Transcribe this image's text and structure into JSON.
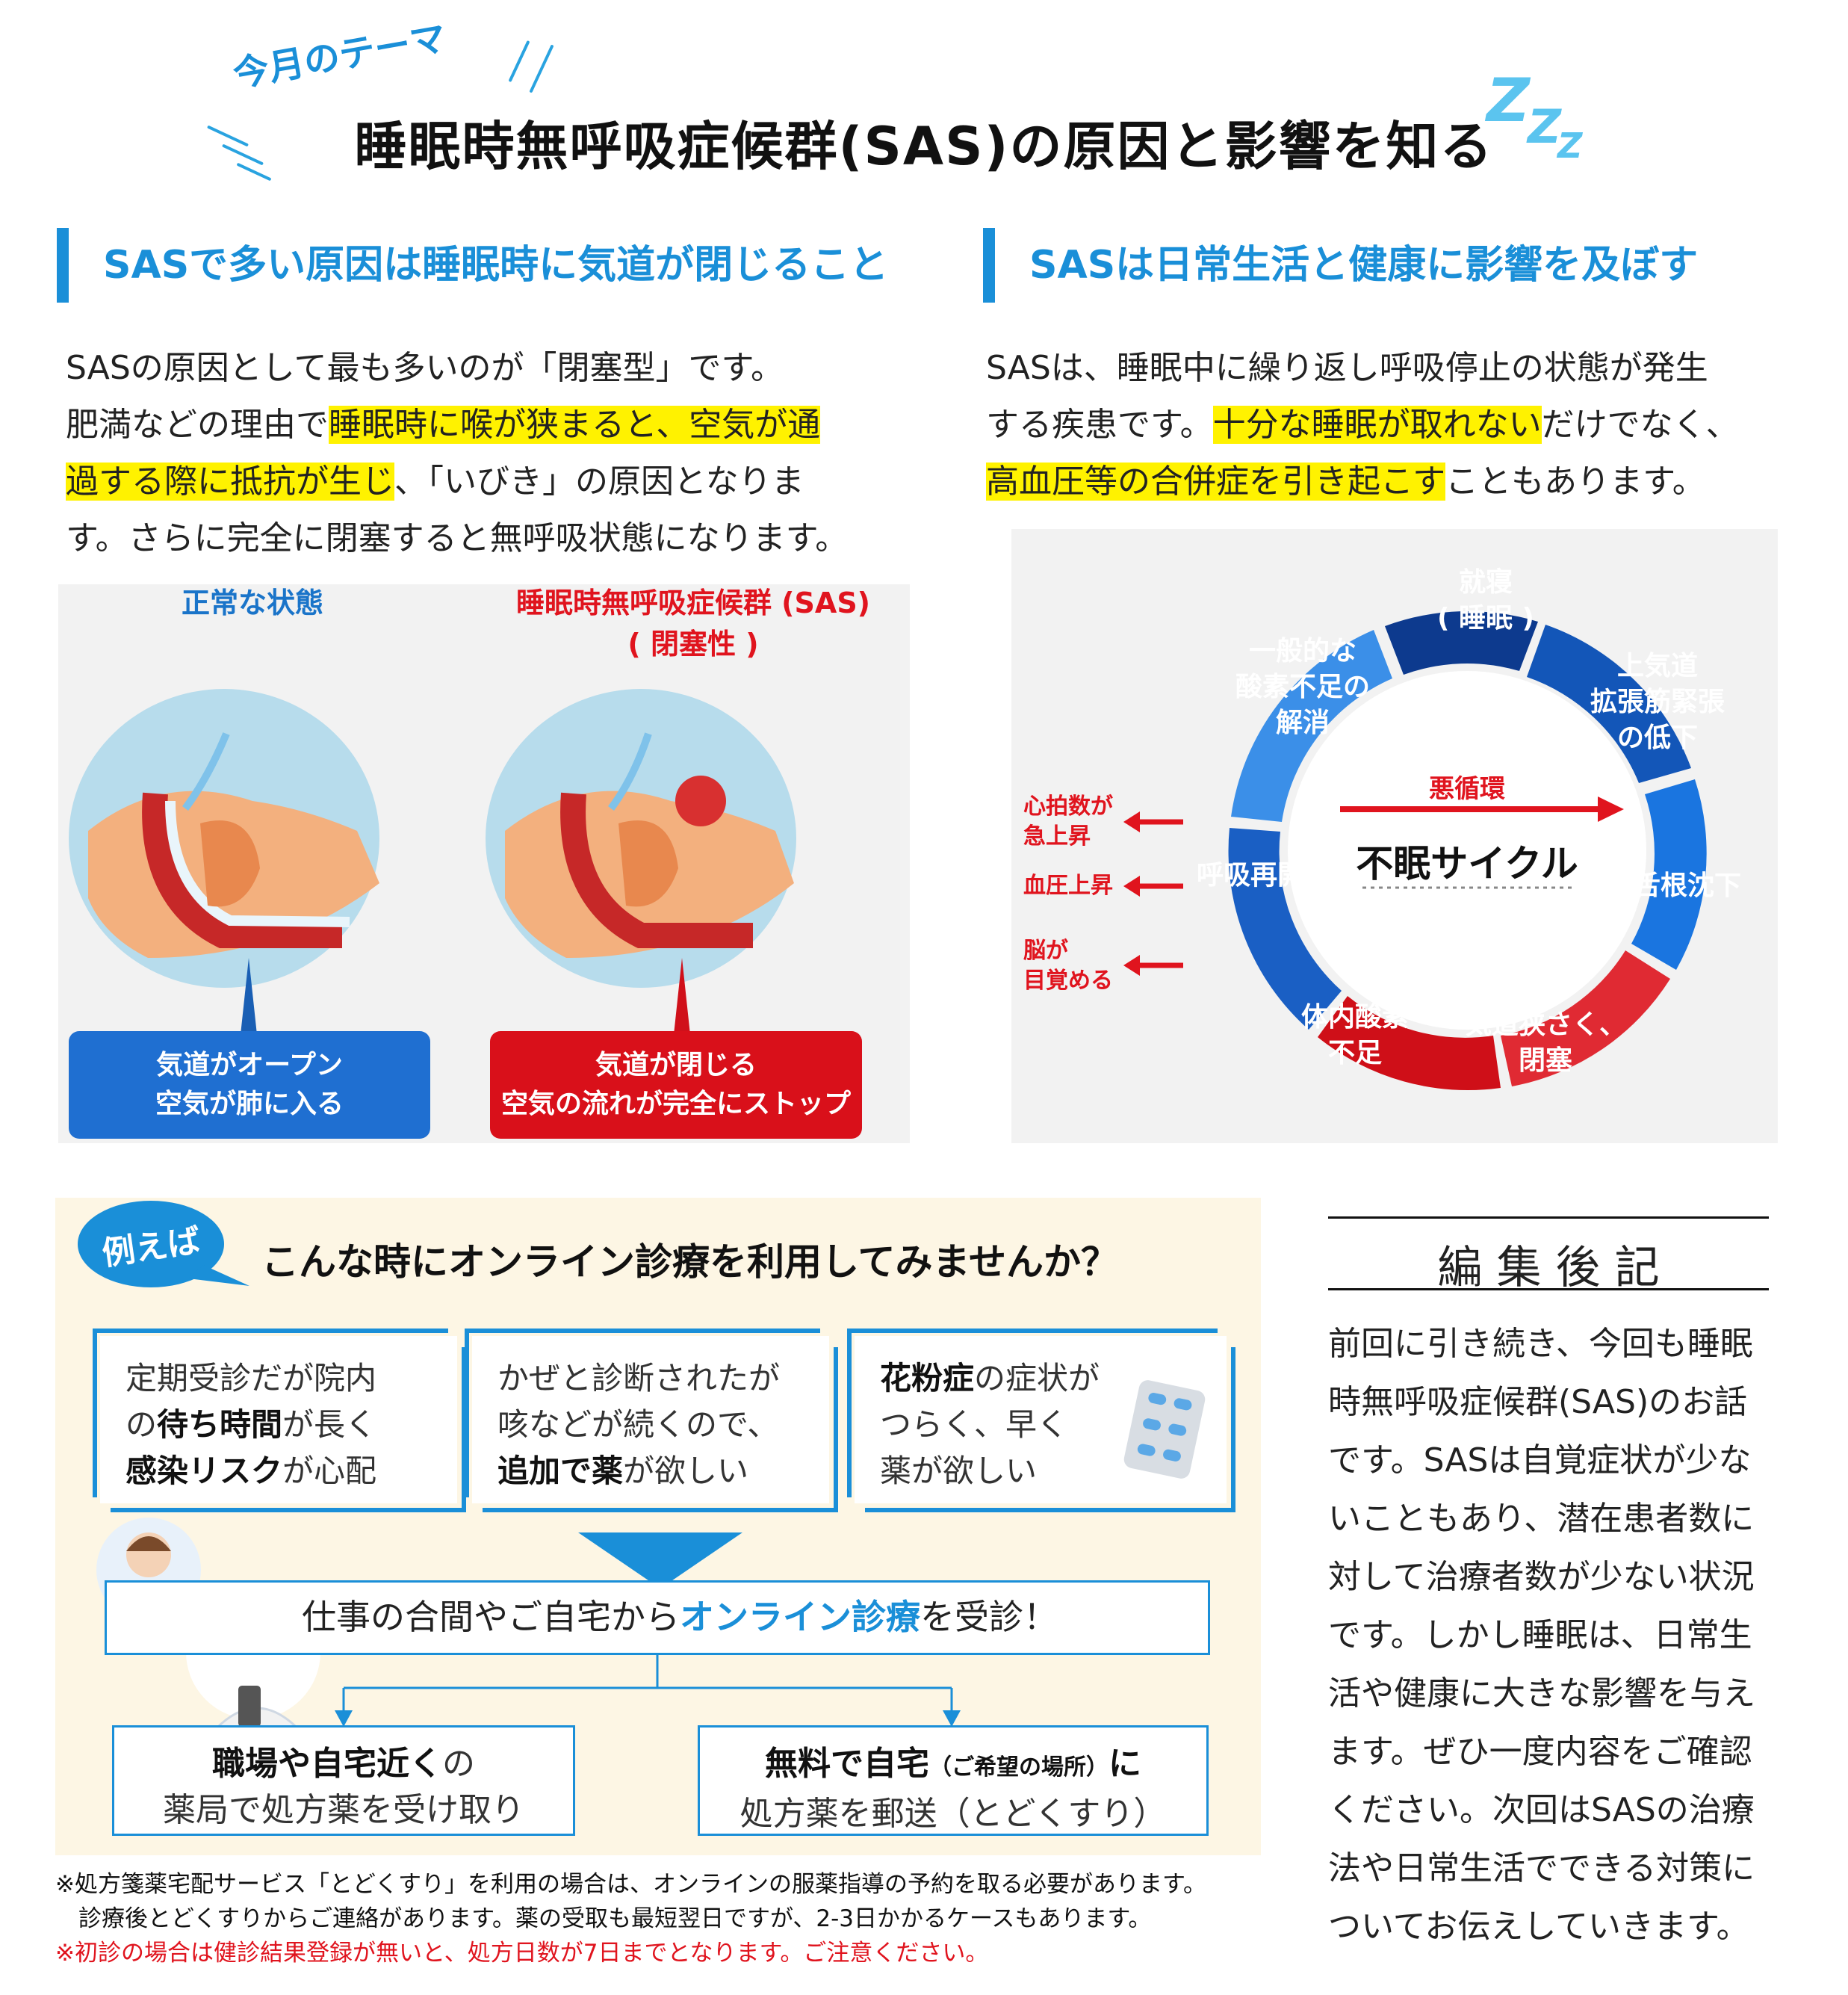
{
  "header": {
    "theme_label": "今月のテーマ",
    "title": "睡眠時無呼吸症候群(SAS)の原因と影響を知る",
    "zzz": "Z"
  },
  "left": {
    "heading": "SASで多い原因は睡眠時に気道が閉じること",
    "lines": [
      [
        {
          "t": "SASの原因として最も多いのが「閉塞型」です。",
          "h": false
        }
      ],
      [
        {
          "t": "肥満などの理由で",
          "h": false
        },
        {
          "t": "睡眠時に喉が狭まると、空気が通",
          "h": true
        }
      ],
      [
        {
          "t": "過する際に抵抗が生じ",
          "h": true
        },
        {
          "t": "、「いびき」の原因となりま",
          "h": false
        }
      ],
      [
        {
          "t": "す。さらに完全に閉塞すると無呼吸状態になります。",
          "h": false
        }
      ]
    ],
    "figure": {
      "normal_label": "正常な状態",
      "sas_label": "睡眠時無呼吸症候群 (SAS)",
      "sas_sublabel": "( 閉塞性 )",
      "normal_box": [
        "気道がオープン",
        "空気が肺に入る"
      ],
      "sas_box": [
        "気道が閉じる",
        "空気の流れが完全にストップ"
      ]
    }
  },
  "right": {
    "heading": "SASは日常生活と健康に影響を及ぼす",
    "lines": [
      [
        {
          "t": "SASは、睡眠中に繰り返し呼吸停止の状態が発生",
          "h": false
        }
      ],
      [
        {
          "t": "する疾患です。",
          "h": false
        },
        {
          "t": "十分な睡眠が取れない",
          "h": true
        },
        {
          "t": "だけでなく、",
          "h": false
        }
      ],
      [
        {
          "t": "高血圧等の合併症を引き起こす",
          "h": true
        },
        {
          "t": "こともあります。",
          "h": false
        }
      ]
    ],
    "cycle": {
      "center": "不眠サイクル",
      "loop_label": "悪循環",
      "s1": [
        "就寝",
        "( 睡眠 )"
      ],
      "s2": [
        "上気道",
        "拡張筋緊張",
        "の低下"
      ],
      "s3": [
        "舌根沈下"
      ],
      "s4": [
        "気道狭さく、",
        "閉塞"
      ],
      "s5": [
        "体内酸素",
        "不足"
      ],
      "s6": [
        "呼吸再開"
      ],
      "s7": [
        "一般的な",
        "酸素不足の",
        "解消"
      ],
      "effects": [
        [
          "心拍数が",
          "急上昇"
        ],
        [
          "血圧上昇"
        ],
        [
          "脳が",
          "目覚める"
        ]
      ]
    }
  },
  "example": {
    "badge": "例えば",
    "question": "こんな時にオンライン診療を利用してみませんか？",
    "cards": [
      [
        [
          {
            "t": "定期受診だが院内",
            "b": false
          }
        ],
        [
          {
            "t": "の",
            "b": false
          },
          {
            "t": "待ち時間",
            "b": true
          },
          {
            "t": "が長く",
            "b": false
          }
        ],
        [
          {
            "t": "感染リスク",
            "b": true
          },
          {
            "t": "が心配",
            "b": false
          }
        ]
      ],
      [
        [
          {
            "t": "かぜと診断されたが",
            "b": false
          }
        ],
        [
          {
            "t": "咳などが続くので、",
            "b": false
          }
        ],
        [
          {
            "t": "追加で薬",
            "b": true
          },
          {
            "t": "が欲しい",
            "b": false
          }
        ]
      ],
      [
        [
          {
            "t": "花粉症",
            "b": true
          },
          {
            "t": "の症状が",
            "b": false
          }
        ],
        [
          {
            "t": "つらく、早く",
            "b": false
          }
        ],
        [
          {
            "t": "薬が欲しい",
            "b": false
          }
        ]
      ]
    ],
    "online_pre": "仕事の合間やご自宅から",
    "online_em": "オンライン診療",
    "online_post": "を受診！",
    "result1": {
      "bold": "職場や自宅近く",
      "tail": "の",
      "line2": "薬局で処方薬を受け取り"
    },
    "result2": {
      "bold": "無料で自宅",
      "small": "（ご希望の場所）",
      "tail": "に",
      "line2": "処方薬を郵送（とどくすり）"
    },
    "notes": [
      "※処方箋薬宅配サービス「とどくすり」を利用の場合は、オンラインの服薬指導の予約を取る必要があります。",
      "　診療後とどくすりからご連絡があります。薬の受取も最短翌日ですが、2-3日かかるケースもあります。",
      "※初診の場合は健診結果登録が無いと、処方日数が7日までとなります。ご注意ください。"
    ]
  },
  "editor": {
    "title": "編 集 後 記",
    "lines": [
      "前回に引き続き、今回も睡眠",
      "時無呼吸症候群(SAS)のお話",
      "です。SASは自覚症状が少な",
      "いこともあり、潜在患者数に",
      "対して治療者数が少ない状況",
      "です。しかし睡眠は、日常生",
      "活や健康に大きな影響を与え",
      "ます。ぜひ一度内容をご確認",
      "ください。次回はSASの治療",
      "法や日常生活でできる対策に",
      "ついてお伝えしていきます。"
    ]
  },
  "colors": {
    "accent": "#1a8fd8",
    "highlight": "#fff200",
    "alert": "#e0141e",
    "beige": "#fdf6e4"
  }
}
